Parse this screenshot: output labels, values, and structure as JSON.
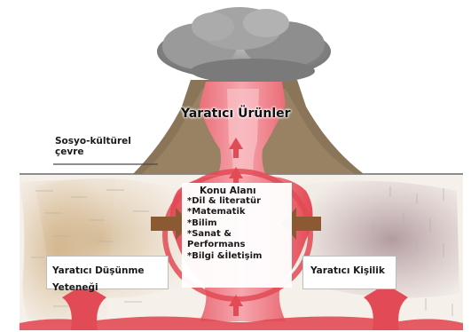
{
  "labels": {
    "creative_products": "Yaratıcı Ürünler",
    "socio_cultural_env_line1": "Sosyo-kültürel",
    "socio_cultural_env_line2": "çevre",
    "topic_area_title": "Konu Alanı",
    "topic_items": [
      "*Dil & literatür",
      "*Matematik",
      "*Bilim",
      "*Sanat &",
      "Performans",
      "*Bilgi &İletişim"
    ],
    "creative_thinking_line1": "Yaratıcı Düşünme",
    "creative_thinking_line2": "Yeteneği",
    "creative_personality": "Yaratıcı Kişilik"
  },
  "colors": {
    "magma": "#e24a55",
    "magma_light": "#f6a6ae",
    "smoke": "#8c8c8c",
    "ground": "#f5f0ea",
    "mountain": "#8a7558",
    "left_ground_tint": "#d8b98d",
    "right_ground_tint": "#b49aa0",
    "arrow_brown": "#8b5a32"
  },
  "icons": [
    "smoke-cloud-icon",
    "volcano-icon",
    "magma-arrow-icon",
    "brown-arrow-icon"
  ]
}
